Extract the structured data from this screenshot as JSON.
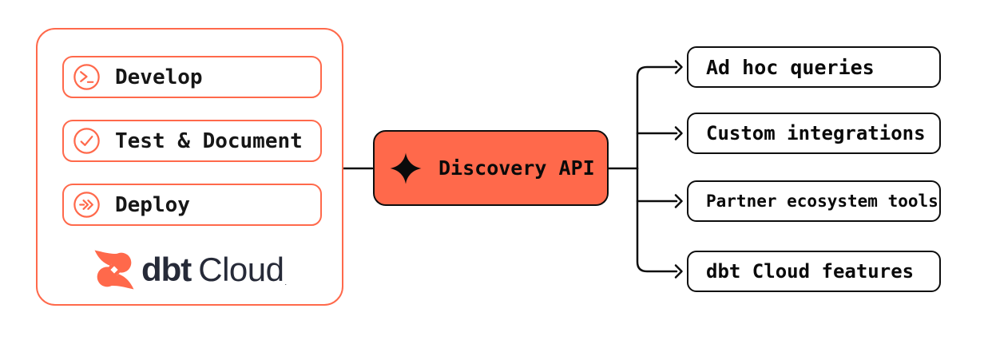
{
  "colors": {
    "accent_orange": "#FF694B",
    "line_black": "#0D0D0D",
    "brand_navy": "#262A38",
    "background": "#FFFFFF"
  },
  "dbt_cloud_panel": {
    "stages": [
      {
        "label": "Develop",
        "icon": "terminal-prompt-icon"
      },
      {
        "label": "Test & Document",
        "icon": "check-circle-icon"
      },
      {
        "label": "Deploy",
        "icon": "fast-forward-circle-icon"
      }
    ],
    "logo": {
      "brand": "dbt",
      "product": "Cloud",
      "trademark": ".",
      "icon": "dbt-pinwheel-icon"
    }
  },
  "api_node": {
    "label": "Discovery API",
    "icon": "sparkle-icon"
  },
  "consumers": [
    {
      "label": "Ad hoc queries"
    },
    {
      "label": "Custom integrations"
    },
    {
      "label": "Partner ecosystem tools"
    },
    {
      "label": "dbt Cloud features"
    }
  ]
}
